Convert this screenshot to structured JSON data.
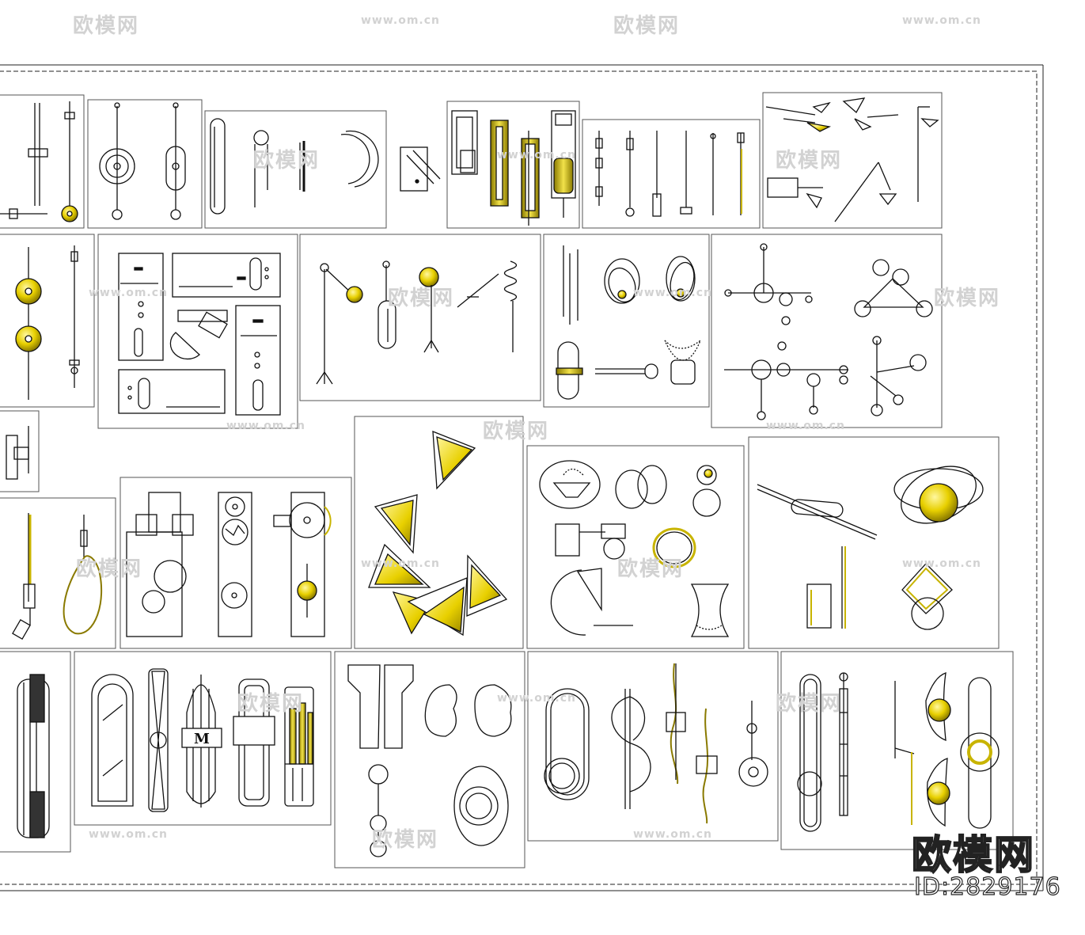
{
  "watermark": {
    "brand_cn": "欧模网",
    "url": "www.om.cn"
  },
  "brand_logo": {
    "name": "欧模网",
    "id_label": "ID:2829176"
  },
  "colors": {
    "line": "#111111",
    "accent": "#e8d000",
    "accent_dark": "#8a7a00",
    "panel_border": "#555555",
    "watermark": "#d2d2d2"
  },
  "icons": [
    "fixture-icon",
    "sphere-lamp-icon",
    "triangle-lamp-icon",
    "ring-lamp-icon",
    "rod-lamp-icon"
  ]
}
